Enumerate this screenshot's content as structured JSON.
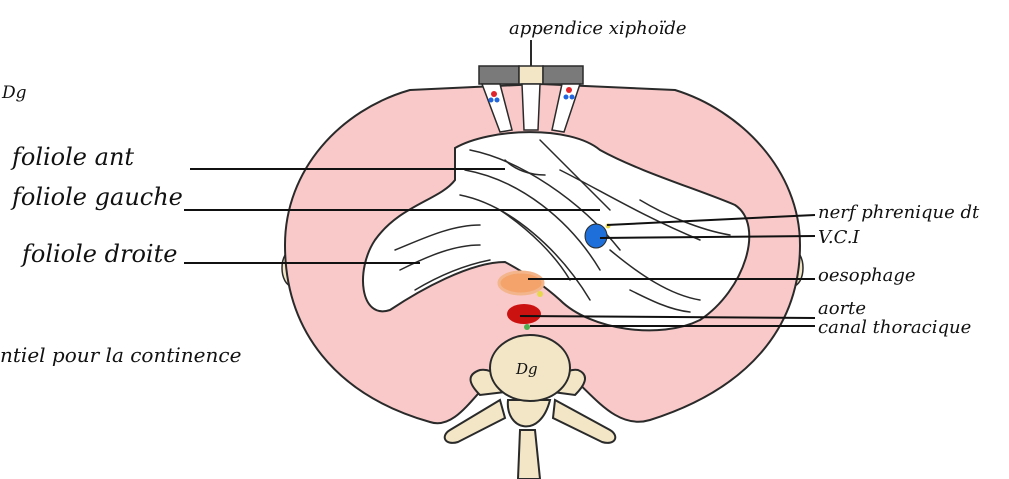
{
  "labels": {
    "top_left": "Dg",
    "appendice": "appendice xiphoïde",
    "foliole_ant": "foliole ant",
    "foliole_gauche": "foliole gauche",
    "foliole_droite": "foliole droite",
    "continence": "ntiel pour la continence",
    "nerf": "nerf phrenique dt",
    "vci": "V.C.I",
    "oesophage": "oesophage",
    "aorte": "aorte",
    "canal": "canal thoracique",
    "vertebra": "Dg"
  },
  "colors": {
    "diaphragm_muscle": "#f9c9c9",
    "muscle_outline": "#2a2a2a",
    "central_tendon": "#ffffff",
    "bone": "#f2e6c6",
    "costal_cartilage": "#7a7a7a",
    "vci": "#1e6fd9",
    "oesophagus": "#f4a36a",
    "aorta": "#cc1111",
    "thoracic_duct": "#4caf50",
    "nerve": "#e6d84a",
    "red_vessel": "#e0242b",
    "blue_vessel": "#2266dd"
  }
}
